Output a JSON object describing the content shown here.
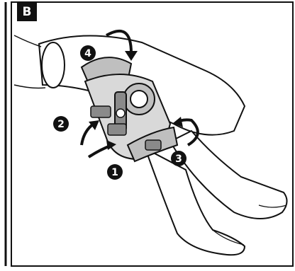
{
  "panel": {
    "label": "B",
    "steps": [
      "1",
      "2",
      "3",
      "4"
    ]
  },
  "colors": {
    "ink": "#111111",
    "brace_fill": "#bfbfbf",
    "brace_dark": "#8a8a8a",
    "paper": "#ffffff"
  }
}
